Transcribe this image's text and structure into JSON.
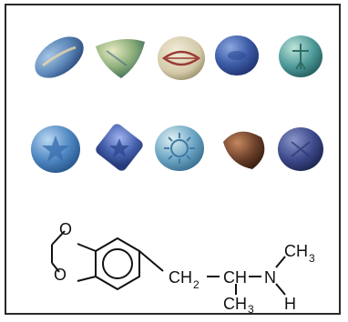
{
  "colors": {
    "frame": "#2a2a2a",
    "background": "#ffffff",
    "line": "#111111"
  },
  "tablets_top_row": [
    {
      "shape": "oblong",
      "color": "#5b86b8"
    },
    {
      "shape": "triangle",
      "color": "#8fb07c"
    },
    {
      "shape": "round-lips-logo",
      "color": "#d9d2b8"
    },
    {
      "shape": "round",
      "color": "#3e5ea8"
    },
    {
      "shape": "round-figure-logo",
      "color": "#4e9a9a"
    }
  ],
  "tablets_bottom_row": [
    {
      "shape": "round-star-logo",
      "color": "#4f86c2"
    },
    {
      "shape": "square-star-logo",
      "color": "#4763b0"
    },
    {
      "shape": "round-sun-logo",
      "color": "#6ea7c6"
    },
    {
      "shape": "diamond",
      "color": "#6b3f2a"
    },
    {
      "shape": "round-logo",
      "color": "#3c4a8c"
    }
  ],
  "structure": {
    "o_top": "O",
    "o_bottom": "O",
    "ch2": "CH",
    "ch2_sub": "2",
    "ch": "CH",
    "n": "N",
    "ch3_top": "CH",
    "ch3_top_sub": "3",
    "h": "H",
    "ch3_bottom": "CH",
    "ch3_bottom_sub": "3"
  }
}
